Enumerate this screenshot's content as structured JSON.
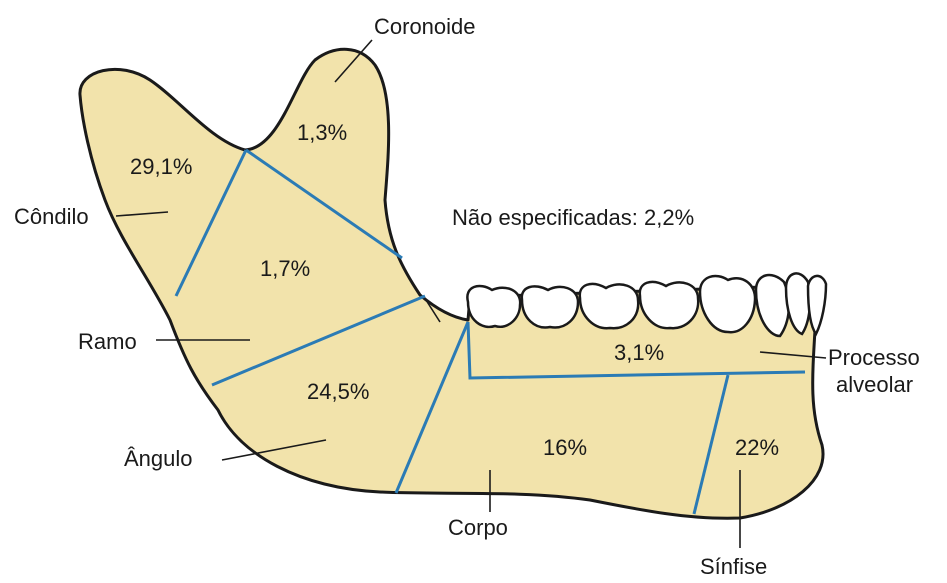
{
  "colors": {
    "bone": "#f2e3ab",
    "outline": "#1a1a1a",
    "region_lines": "#2b7bb5",
    "tooth": "#ffffff"
  },
  "labels": {
    "coronoide": "Coronoide",
    "condilo": "Côndilo",
    "ramo": "Ramo",
    "angulo": "Ângulo",
    "corpo": "Corpo",
    "sinfise": "Sínfise",
    "processo_line1": "Processo",
    "processo_line2": "alveolar",
    "nao_especificadas": "Não especificadas: 2,2%"
  },
  "percentages": {
    "condilo": "29,1%",
    "coronoide": "1,3%",
    "ramo": "1,7%",
    "angulo": "24,5%",
    "processo_alveolar": "3,1%",
    "corpo": "16%",
    "sinfise": "22%"
  }
}
